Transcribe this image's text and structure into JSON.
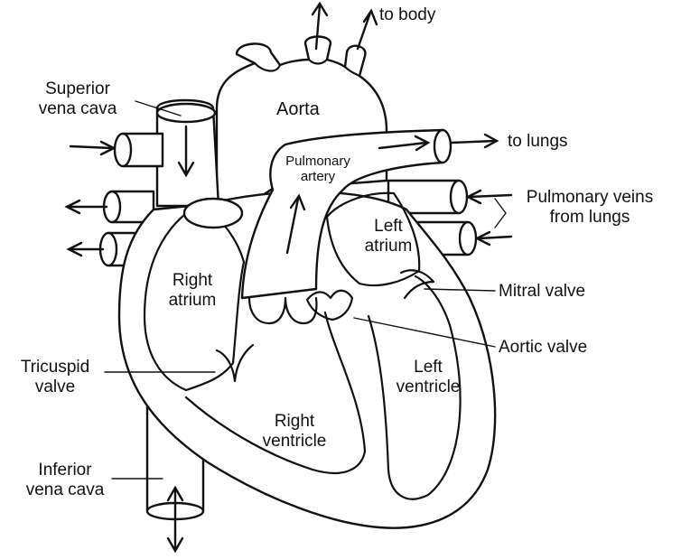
{
  "colors": {
    "ink": "#111111",
    "background": "#ffffff"
  },
  "labels": {
    "to_body": "to body",
    "to_lungs": "to lungs",
    "aorta": "Aorta",
    "superior_vena_cava_line1": "Superior",
    "superior_vena_cava_line2": "vena cava",
    "pulmonary_artery_line1": "Pulmonary",
    "pulmonary_artery_line2": "artery",
    "pulmonary_veins_line1": "Pulmonary veins",
    "pulmonary_veins_line2": "from lungs",
    "left_atrium_line1": "Left",
    "left_atrium_line2": "atrium",
    "right_atrium_line1": "Right",
    "right_atrium_line2": "atrium",
    "mitral_valve": "Mitral valve",
    "aortic_valve": "Aortic valve",
    "tricuspid_valve_line1": "Tricuspid",
    "tricuspid_valve_line2": "valve",
    "left_ventricle_line1": "Left",
    "left_ventricle_line2": "ventricle",
    "right_ventricle_line1": "Right",
    "right_ventricle_line2": "ventricle",
    "inferior_vena_cava_line1": "Inferior",
    "inferior_vena_cava_line2": "vena cava"
  }
}
